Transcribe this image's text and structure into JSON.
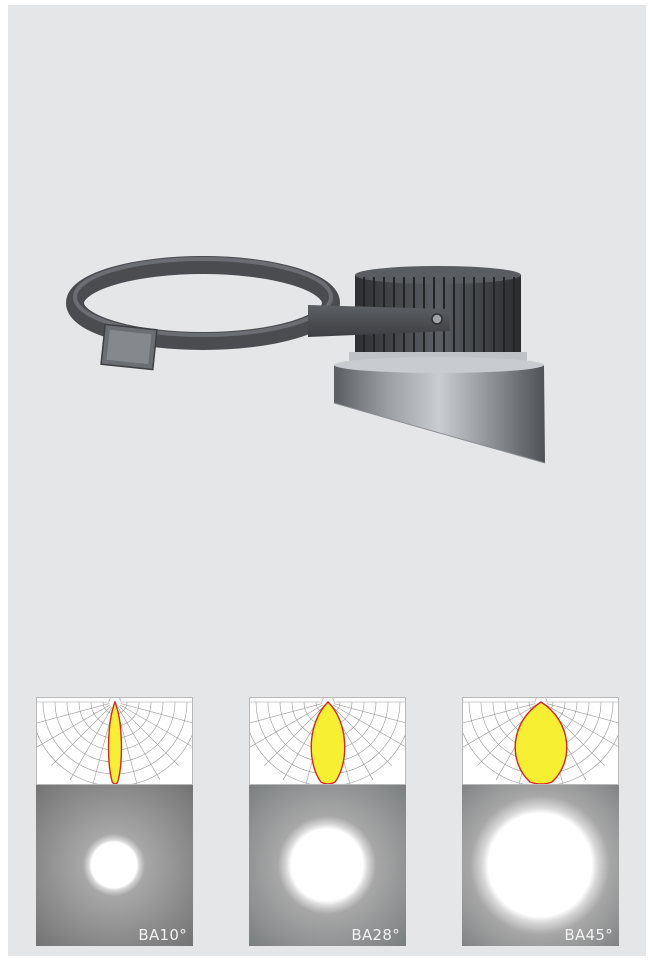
{
  "beams": [
    {
      "label": "BA10°",
      "spot_fraction": 0.34,
      "lobe_width": 0.1,
      "background": "#6e6e6e"
    },
    {
      "label": "BA28°",
      "spot_fraction": 0.55,
      "lobe_width": 0.26,
      "background": "#75797b"
    },
    {
      "label": "BA45°",
      "spot_fraction": 0.78,
      "lobe_width": 0.4,
      "background": "#7a7c7e"
    }
  ],
  "colors": {
    "panel_bg": "#e5e6e8",
    "lobe_fill": "#f7f032",
    "lobe_stroke": "#d8231f",
    "grid": "#9a9a9a"
  }
}
